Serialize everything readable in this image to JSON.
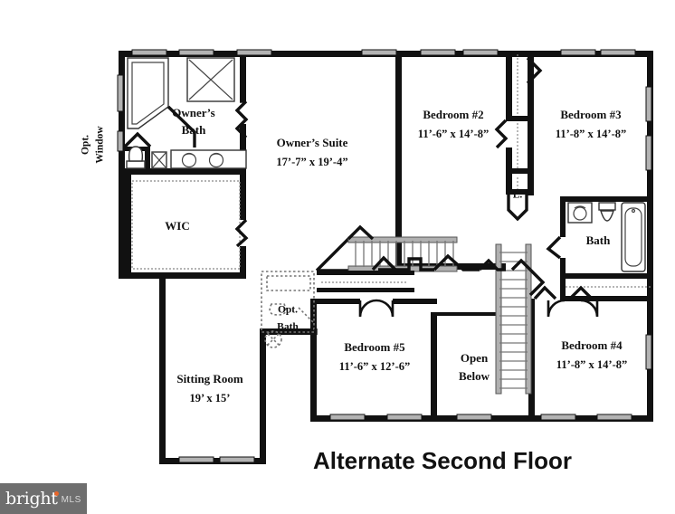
{
  "document": {
    "type": "architectural-floor-plan",
    "title": "Alternate Second Floor"
  },
  "rooms": [
    {
      "id": "owners-bath",
      "name": "Owner’s",
      "name2": "Bath",
      "dims": ""
    },
    {
      "id": "owners-suite",
      "name": "Owner’s Suite",
      "dims": "17’-7” x 19’-4”"
    },
    {
      "id": "wic",
      "name": "WIC",
      "dims": ""
    },
    {
      "id": "bedroom-2",
      "name": "Bedroom #2",
      "dims": "11’-6” x 14’-8”"
    },
    {
      "id": "bedroom-3",
      "name": "Bedroom #3",
      "dims": "11’-8” x 14’-8”"
    },
    {
      "id": "bath",
      "name": "Bath",
      "dims": ""
    },
    {
      "id": "linen",
      "name": "L.",
      "dims": ""
    },
    {
      "id": "bedroom-5",
      "name": "Bedroom #5",
      "dims": "11’-6” x 12’-6”"
    },
    {
      "id": "bedroom-4",
      "name": "Bedroom #4",
      "dims": "11’-8” x 14’-8”"
    },
    {
      "id": "open-below",
      "name": "Open",
      "name2": "Below",
      "dims": ""
    },
    {
      "id": "opt-bath",
      "name": "Opt.",
      "name2": "Bath",
      "dims": ""
    },
    {
      "id": "sitting-room",
      "name": "Sitting Room",
      "dims": "19’ x 15’"
    }
  ],
  "labels": {
    "owners_bath_line1": "Owner’s",
    "owners_bath_line2": "Bath",
    "owners_suite_name": "Owner’s Suite",
    "owners_suite_dims": "17’-7” x 19’-4”",
    "wic": "WIC",
    "bedroom2_name": "Bedroom #2",
    "bedroom2_dims": "11’-6” x 14’-8”",
    "bedroom3_name": "Bedroom #3",
    "bedroom3_dims": "11’-8” x 14’-8”",
    "bath": "Bath",
    "linen": "L.",
    "bedroom5_name": "Bedroom #5",
    "bedroom5_dims": "11’-6” x 12’-6”",
    "bedroom4_name": "Bedroom #4",
    "bedroom4_dims": "11’-8” x 14’-8”",
    "open_below_line1": "Open",
    "open_below_line2": "Below",
    "opt_bath_line1": "Opt.",
    "opt_bath_line2": "Bath",
    "sitting_room_name": "Sitting Room",
    "sitting_room_dims": "19’ x 15’",
    "opt_window_line1": "Opt.",
    "opt_window_line2": "Window",
    "title": "Alternate Second Floor"
  },
  "watermark": {
    "brand": "bright",
    "suffix": "MLS",
    "background_color": "#6e6e6e",
    "accent_color": "#e8662a",
    "text_color": "#ffffff"
  },
  "colors": {
    "wall": "#111111",
    "window_glass": "#b3b3b3",
    "optional_dash": "#777777",
    "stair": "#777777",
    "paper": "#ffffff"
  },
  "fixtures": [
    {
      "id": "corner-tub",
      "room": "owners-bath"
    },
    {
      "id": "shower-stall",
      "room": "owners-bath"
    },
    {
      "id": "toilet",
      "room": "owners-bath"
    },
    {
      "id": "vanity-sink-left",
      "room": "owners-bath"
    },
    {
      "id": "vanity-sink-right",
      "room": "owners-bath"
    },
    {
      "id": "sink",
      "room": "bath"
    },
    {
      "id": "toilet",
      "room": "bath"
    },
    {
      "id": "bathtub",
      "room": "bath"
    },
    {
      "id": "opt-toilet",
      "room": "opt-bath"
    },
    {
      "id": "opt-sink",
      "room": "opt-bath"
    },
    {
      "id": "opt-tub",
      "room": "opt-bath"
    }
  ],
  "stairs": [
    {
      "id": "stair-upper-horizontal",
      "orientation": "horizontal",
      "treads": 13
    },
    {
      "id": "stair-lower-vertical",
      "orientation": "vertical",
      "treads": 15
    }
  ]
}
